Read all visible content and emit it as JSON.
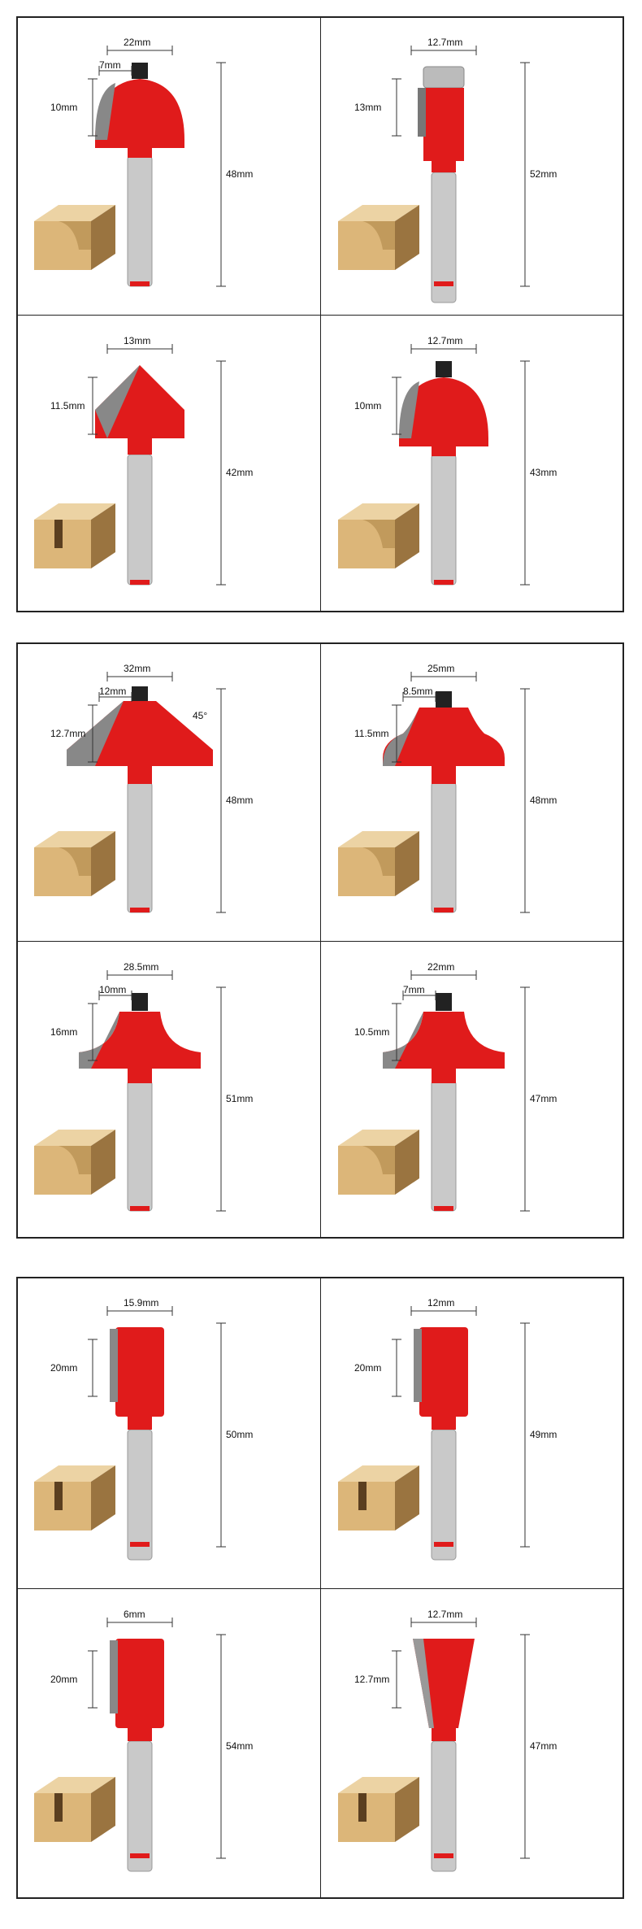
{
  "panels": [
    {
      "cells": [
        {
          "type": "roundnose",
          "labels": {
            "width": "22mm",
            "offset": "7mm",
            "depth": "10mm",
            "length": "48mm"
          }
        },
        {
          "type": "flush",
          "labels": {
            "width": "12.7mm",
            "depth": "13mm",
            "length": "52mm"
          }
        },
        {
          "type": "vgroove",
          "labels": {
            "width": "13mm",
            "depth": "11.5mm",
            "length": "42mm"
          }
        },
        {
          "type": "roundnose",
          "labels": {
            "width": "12.7mm",
            "depth": "10mm",
            "length": "43mm"
          }
        }
      ]
    },
    {
      "cells": [
        {
          "type": "chamfer",
          "labels": {
            "width": "32mm",
            "offset": "12mm",
            "depth": "12.7mm",
            "length": "48mm",
            "angle": "45°"
          }
        },
        {
          "type": "ogee",
          "labels": {
            "width": "25mm",
            "offset": "8.5mm",
            "depth": "11.5mm",
            "length": "48mm"
          }
        },
        {
          "type": "roundover",
          "labels": {
            "width": "28.5mm",
            "offset": "10mm",
            "depth": "16mm",
            "length": "51mm"
          }
        },
        {
          "type": "roundover",
          "labels": {
            "width": "22mm",
            "offset": "7mm",
            "depth": "10.5mm",
            "length": "47mm"
          }
        }
      ]
    },
    {
      "cells": [
        {
          "type": "straight",
          "labels": {
            "width": "15.9mm",
            "depth": "20mm",
            "length": "50mm"
          }
        },
        {
          "type": "straight",
          "labels": {
            "width": "12mm",
            "depth": "20mm",
            "length": "49mm"
          }
        },
        {
          "type": "straight",
          "labels": {
            "width": "6mm",
            "depth": "20mm",
            "length": "54mm"
          }
        },
        {
          "type": "dovetail",
          "labels": {
            "width": "12.7mm",
            "depth": "12.7mm",
            "length": "47mm"
          }
        }
      ]
    }
  ],
  "colors": {
    "bit": "#e01b1b",
    "shank": "#c9c9c9",
    "wood": "#dcb679",
    "border": "#222222"
  }
}
